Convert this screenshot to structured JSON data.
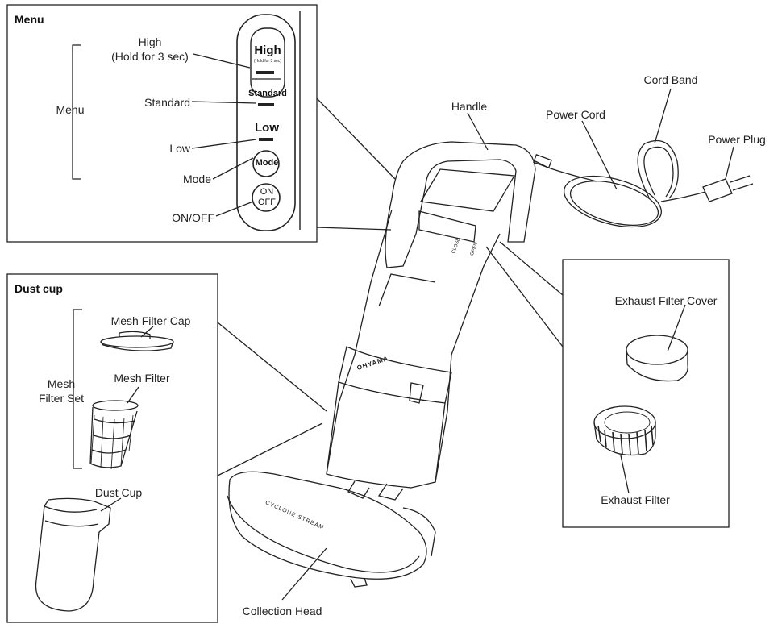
{
  "menu_box": {
    "title": "Menu",
    "group_label": "Menu",
    "labels": {
      "high": "High",
      "high_hold": "(Hold for 3 sec)",
      "standard": "Standard",
      "low": "Low",
      "mode": "Mode",
      "on_off": "ON/OFF"
    },
    "panel": {
      "high": "High",
      "high_hold": "(Hold for 3 sec)",
      "standard": "Standard",
      "low": "Low",
      "mode": "Mode",
      "on": "ON",
      "off": "OFF"
    }
  },
  "dust_cup_box": {
    "title": "Dust cup",
    "group_label_line1": "Mesh",
    "group_label_line2": "Filter Set",
    "mesh_filter_cap": "Mesh Filter Cap",
    "mesh_filter": "Mesh Filter",
    "dust_cup": "Dust Cup"
  },
  "exhaust_box": {
    "exhaust_filter_cover": "Exhaust Filter Cover",
    "exhaust_filter": "Exhaust Filter"
  },
  "main_labels": {
    "handle": "Handle",
    "power_cord": "Power Cord",
    "cord_band": "Cord Band",
    "power_plug": "Power Plug",
    "collection_head": "Collection Head"
  },
  "device_markings": {
    "brand": "OHYAMA",
    "head_text": "CYCLONE STREAM",
    "close": "CLOSE",
    "open": "OPEN"
  }
}
